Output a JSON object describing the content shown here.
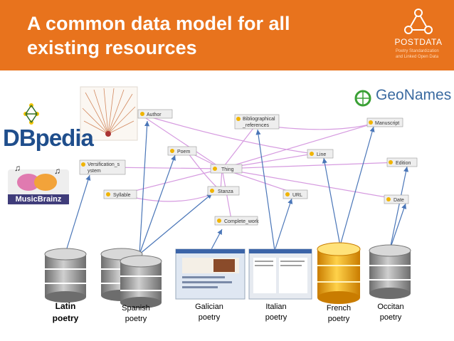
{
  "slide": {
    "title_line1": "A common data model for all",
    "title_line2": "existing resources"
  },
  "logo": {
    "name": "POSTDATA",
    "tagline": "Poetry Standardization and Linked Open Data"
  },
  "external_sources": {
    "dbpedia": "DBpedia",
    "musicbrainz": "MusicBrainz",
    "geonames": "GeoNames"
  },
  "ontology_nodes": [
    {
      "id": "author",
      "label": "Author"
    },
    {
      "id": "bibliographical",
      "label_line1": "Bibliographical",
      "label_line2": "_references"
    },
    {
      "id": "manuscript",
      "label": "Manuscript"
    },
    {
      "id": "poem",
      "label": "Poem"
    },
    {
      "id": "line",
      "label": "Line"
    },
    {
      "id": "edition",
      "label": "Edition"
    },
    {
      "id": "versification",
      "label_line1": "Versification_s",
      "label_line2": "ystem"
    },
    {
      "id": "thing",
      "label": "Thing"
    },
    {
      "id": "syllable",
      "label": "Syllable"
    },
    {
      "id": "stanza",
      "label": "Stanza"
    },
    {
      "id": "url",
      "label": "URL"
    },
    {
      "id": "date",
      "label": "Date"
    },
    {
      "id": "complete_work",
      "label": "Complete_work"
    }
  ],
  "databases": [
    {
      "id": "latin",
      "line1": "Latin",
      "line2": "poetry"
    },
    {
      "id": "spanish",
      "line1": "Spanish",
      "line2": "poetry"
    },
    {
      "id": "galician",
      "line1": "Galician",
      "line2": "poetry"
    },
    {
      "id": "italian",
      "line1": "Italian",
      "line2": "poetry"
    },
    {
      "id": "french",
      "line1": "French",
      "line2": "poetry"
    },
    {
      "id": "occitan",
      "line1": "Occitan",
      "line2": "poetry"
    }
  ],
  "colors": {
    "header": "#e8731d",
    "database_gray": "#8c8c8c",
    "database_gold": "#f0a20a",
    "arrow": "#4a76b8",
    "ontology_edge": "#d69be0"
  }
}
